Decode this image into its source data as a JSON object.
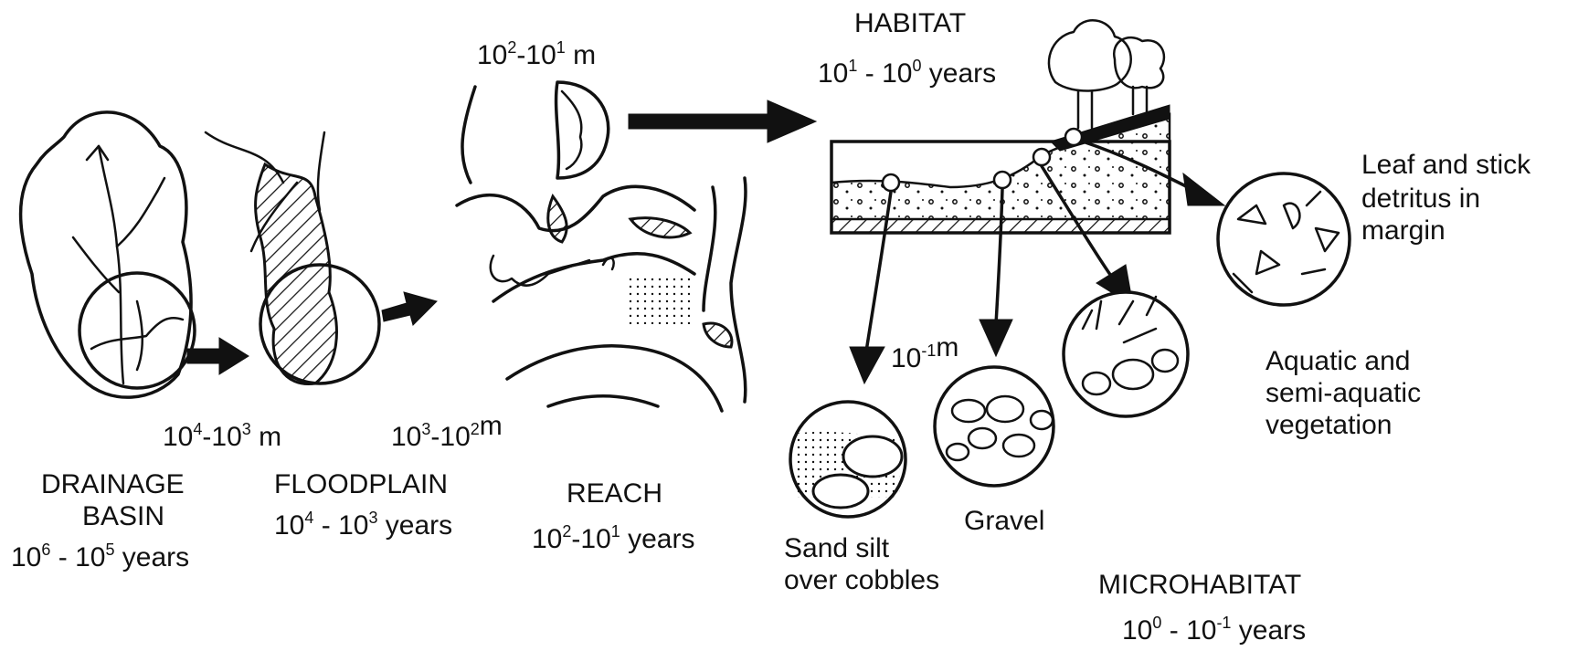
{
  "stages": {
    "drainage": {
      "name_line1": "DRAINAGE",
      "name_line2": "BASIN",
      "time_a": "10",
      "time_a_exp": "6",
      "time_b": "10",
      "time_b_exp": "5",
      "time_unit": "years"
    },
    "floodplain": {
      "name": "FLOODPLAIN",
      "time_a": "10",
      "time_a_exp": "4",
      "time_b": "10",
      "time_b_exp": "3",
      "time_unit": "years"
    },
    "reach": {
      "name": "REACH",
      "time_a": "10",
      "time_a_exp": "2",
      "time_b": "10",
      "time_b_exp": "1",
      "time_unit": "years"
    },
    "habitat": {
      "name": "HABITAT",
      "time_a": "10",
      "time_a_exp": "1",
      "time_b": "10",
      "time_b_exp": "0",
      "time_unit": "years"
    },
    "microhabitat": {
      "name": "MICROHABITAT",
      "time_a": "10",
      "time_a_exp": "0",
      "time_b": "10",
      "time_b_exp": "-1",
      "time_unit": "years"
    }
  },
  "scales": {
    "basin_scale": {
      "a": "10",
      "a_exp": "4",
      "b": "10",
      "b_exp": "3",
      "unit": "m"
    },
    "floodplain_scale": {
      "a": "10",
      "a_exp": "3",
      "b": "10",
      "b_exp": "2",
      "unit": "m"
    },
    "reach_scale": {
      "a": "10",
      "a_exp": "2",
      "b": "10",
      "b_exp": "1",
      "unit": "m"
    },
    "micro_scale": {
      "a": "10",
      "a_exp": "-1",
      "unit": "m"
    }
  },
  "micro_labels": {
    "sand_line1": "Sand silt",
    "sand_line2": "over cobbles",
    "gravel": "Gravel",
    "veg_line1": "Aquatic and",
    "veg_line2": "semi-aquatic",
    "veg_line3": "vegetation",
    "leaf_line1": "Leaf and stick",
    "leaf_line2": "detritus in",
    "leaf_line3": "margin"
  },
  "colors": {
    "ink": "#111111",
    "background": "#ffffff"
  }
}
